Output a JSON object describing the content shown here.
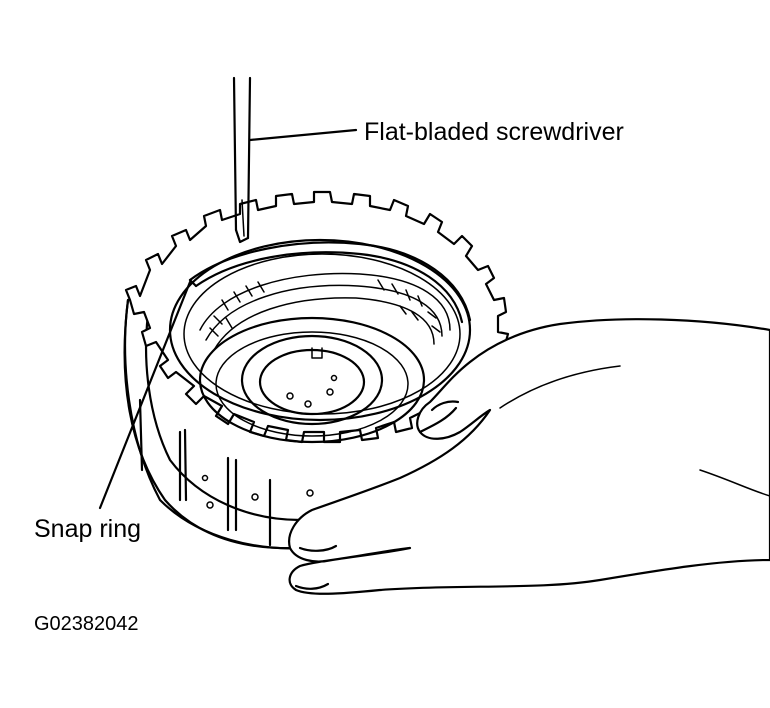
{
  "labels": {
    "screwdriver": "Flat-bladed screwdriver",
    "snap_ring": "Snap ring"
  },
  "figure_id": "G02382042"
}
